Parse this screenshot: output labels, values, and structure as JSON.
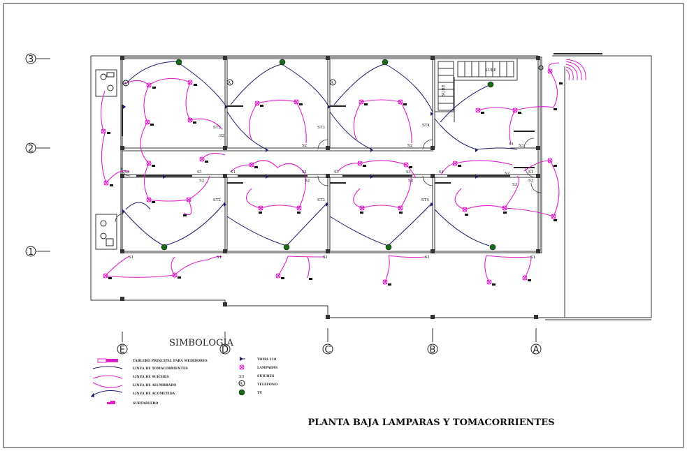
{
  "drawing": {
    "title": "PLANTA BAJA LAMPARAS Y TOMACORRIENTES",
    "legend_title": "SIMBOLOGIA",
    "row_axes": [
      "3",
      "2",
      "1"
    ],
    "column_axes": [
      "E",
      "D",
      "C",
      "B",
      "A"
    ],
    "legend_left": [
      {
        "label": "TABLERO PRINCIPAL PARA MEDIDORES"
      },
      {
        "label": "LINEA DE TOMACORRIENTES"
      },
      {
        "label": "LINEA DE SUICHES"
      },
      {
        "label": "LINEA DE ALUMBRADO"
      },
      {
        "label": "LINEA DE ACOMETIDA"
      },
      {
        "label": "SUBTABLERO"
      }
    ],
    "legend_right": [
      {
        "symbol": "",
        "label": "TOMA 110"
      },
      {
        "symbol": "",
        "label": "LAMPARAS"
      },
      {
        "symbol": "S3",
        "label": "SUICHES"
      },
      {
        "symbol": "",
        "label": "TELEFONO"
      },
      {
        "symbol": "",
        "label": "TV"
      }
    ],
    "stair_label": "SUBE",
    "stair_label_2": "SUBE",
    "switch_tags": [
      "S1",
      "S2",
      "S3",
      "ST2",
      "ST3",
      "ST4"
    ],
    "colors": {
      "circuit": "#e020c8",
      "outlet": "#1a1a6a",
      "wall": "#222222"
    }
  }
}
